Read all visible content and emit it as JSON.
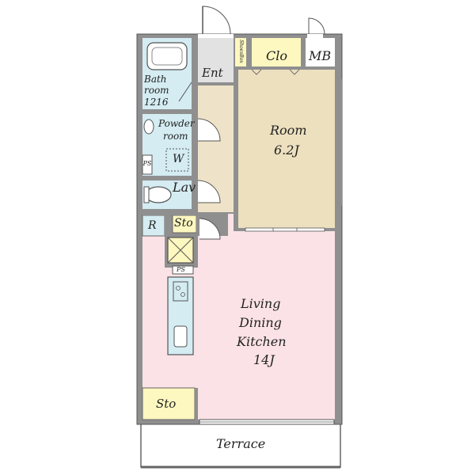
{
  "colors": {
    "wall": "#8f8f8f",
    "wall_outline": "#555555",
    "bath": "#d4ecf2",
    "entry": "#e2e2e2",
    "hall": "#eee3c8",
    "room": "#ede0bf",
    "ldk": "#fbe2e6",
    "storage": "#fdf7c0",
    "fixture": "#bfe3ee"
  },
  "rooms": {
    "bath": {
      "name": "Bath",
      "name2": "room",
      "size": "1216"
    },
    "powder": {
      "name": "Powder",
      "name2": "room"
    },
    "washer": {
      "label": "W"
    },
    "ps_upper": {
      "label": "PS"
    },
    "ps_lower": {
      "label": "PS"
    },
    "lav": {
      "label": "Lav"
    },
    "refrigerator": {
      "label": "R"
    },
    "sto_small": {
      "label": "Sto"
    },
    "sto_bottom": {
      "label": "Sto"
    },
    "entrance": {
      "label": "Ent"
    },
    "shoes_box": {
      "label": "ShoesBox"
    },
    "closet": {
      "label": "Clo"
    },
    "meter_box": {
      "label": "MB"
    },
    "room": {
      "name": "Room",
      "size": "6.2J"
    },
    "ldk": {
      "line1": "Living",
      "line2": "Dining",
      "line3": "Kitchen",
      "size": "14J"
    },
    "terrace": {
      "label": "Terrace"
    }
  }
}
